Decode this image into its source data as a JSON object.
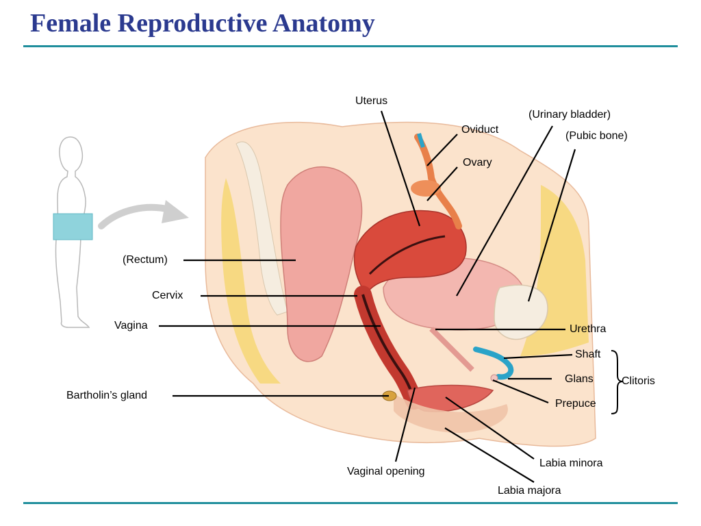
{
  "title": "Female Reproductive Anatomy",
  "labels": {
    "uterus": "Uterus",
    "urinary_bladder": "(Urinary bladder)",
    "oviduct": "Oviduct",
    "pubic_bone": "(Pubic bone)",
    "ovary": "Ovary",
    "rectum": "(Rectum)",
    "cervix": "Cervix",
    "vagina": "Vagina",
    "urethra": "Urethra",
    "shaft": "Shaft",
    "glans": "Glans",
    "clitoris": "Clitoris",
    "prepuce": "Prepuce",
    "bartholins_gland": "Bartholin’s gland",
    "labia_minora": "Labia minora",
    "vaginal_opening": "Vaginal opening",
    "labia_majora": "Labia majora"
  },
  "colors": {
    "title": "#2b3a8f",
    "rule": "#1f8e9c",
    "highlight_box": "#8fd3dc",
    "skin": "#fbe3cc",
    "fat": "#f6d774",
    "uterus": "#d94a3c",
    "tissue_pink": "#f0a7a0",
    "clitoris_blue": "#2aa3c8"
  }
}
